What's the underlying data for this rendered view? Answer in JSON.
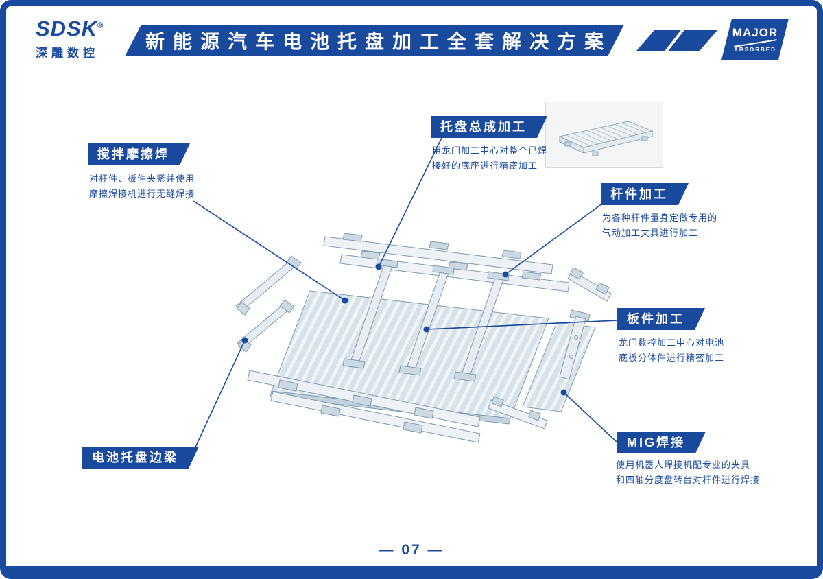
{
  "colors": {
    "primary": "#1a4a9e",
    "diagram_stroke": "#7f99ae",
    "diagram_fill": "#eef2f6"
  },
  "header": {
    "logo_text": "SDSK",
    "logo_reg": "®",
    "logo_subtitle": "深雕数控",
    "title": "新能源汽车电池托盘加工全套解决方案",
    "badge_line1": "MAJOR",
    "badge_line2": "ABSORBED"
  },
  "callouts": [
    {
      "id": "friction-stir-welding",
      "title": "搅拌摩擦焊",
      "desc": "对杆件、板件夹紧并使用\n摩擦焊接机进行无缝焊接"
    },
    {
      "id": "tray-assembly-machining",
      "title": "托盘总成加工",
      "desc": "用龙门加工中心对整个已焊\n接好的底座进行精密加工"
    },
    {
      "id": "rod-machining",
      "title": "杆件加工",
      "desc": "为各种杆件量身定做专用的\n气动加工夹具进行加工"
    },
    {
      "id": "plate-machining",
      "title": "板件加工",
      "desc": "龙门数控加工中心对电池\n底板分体件进行精密加工"
    },
    {
      "id": "mig-welding",
      "title": "MIG焊接",
      "desc": "使用机器人焊接机配专业的夹具\n和四轴分度盘转台对杆件进行焊接"
    },
    {
      "id": "battery-tray-side-beam",
      "title": "电池托盘边梁",
      "desc": ""
    }
  ],
  "footer": {
    "page_number": "— 07 —"
  }
}
